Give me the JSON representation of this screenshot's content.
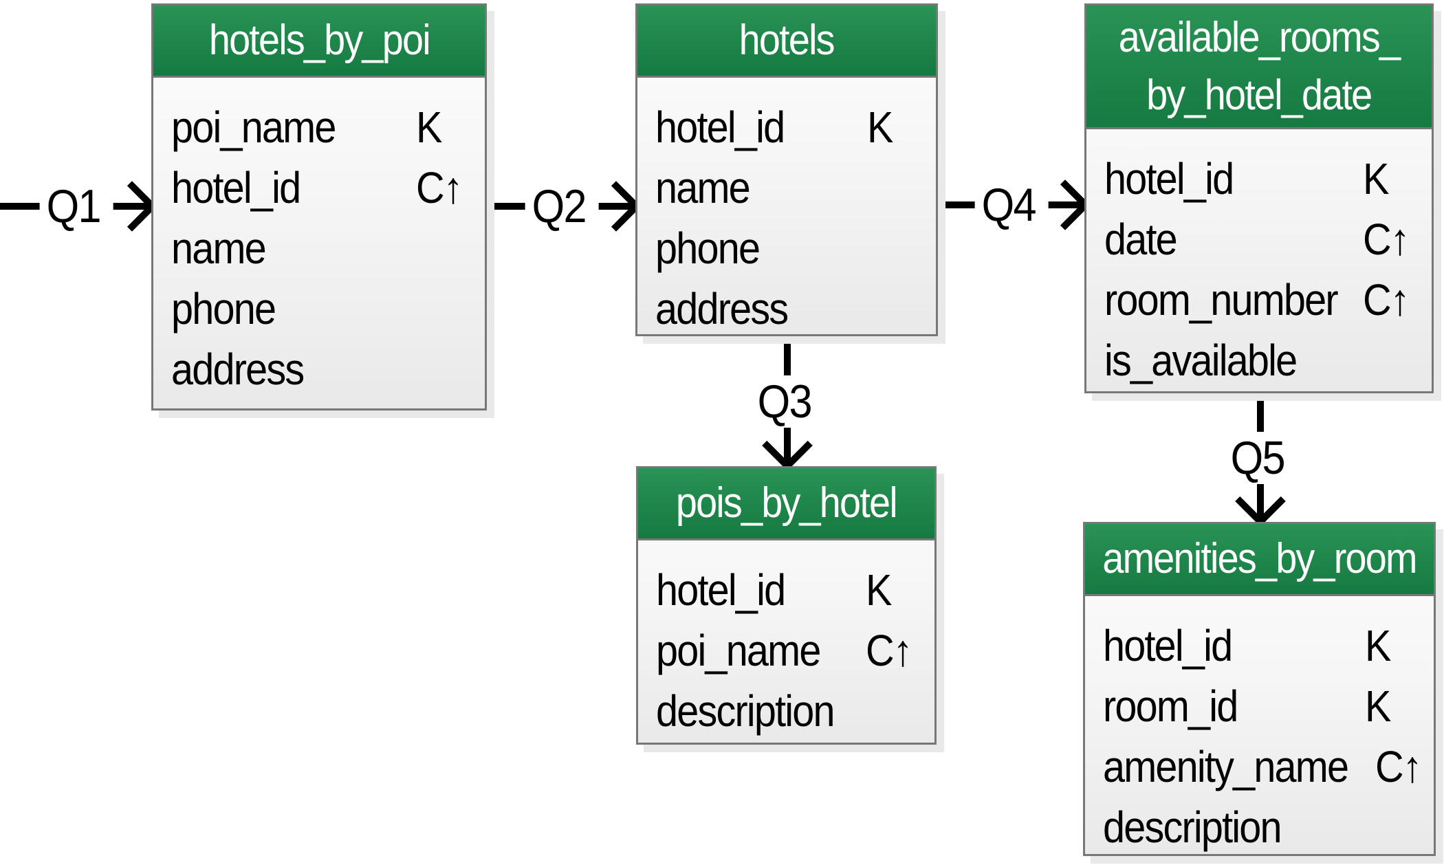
{
  "diagram": {
    "tables": [
      {
        "title_line1": "hotels_by_poi",
        "title_line2": "",
        "columns": [
          {
            "name": "poi_name",
            "key": "K"
          },
          {
            "name": "hotel_id",
            "key": "C↑"
          },
          {
            "name": "name",
            "key": ""
          },
          {
            "name": "phone",
            "key": ""
          },
          {
            "name": "address",
            "key": ""
          }
        ]
      },
      {
        "title_line1": "hotels",
        "title_line2": "",
        "columns": [
          {
            "name": "hotel_id",
            "key": "K"
          },
          {
            "name": "name",
            "key": ""
          },
          {
            "name": "phone",
            "key": ""
          },
          {
            "name": "address",
            "key": ""
          }
        ]
      },
      {
        "title_line1": "available_rooms_",
        "title_line2": "by_hotel_date",
        "columns": [
          {
            "name": "hotel_id",
            "key": "K"
          },
          {
            "name": "date",
            "key": "C↑"
          },
          {
            "name": "room_number",
            "key": "C↑"
          },
          {
            "name": "is_available",
            "key": ""
          }
        ]
      },
      {
        "title_line1": "pois_by_hotel",
        "title_line2": "",
        "columns": [
          {
            "name": "hotel_id",
            "key": "K"
          },
          {
            "name": "poi_name",
            "key": "C↑"
          },
          {
            "name": "description",
            "key": ""
          }
        ]
      },
      {
        "title_line1": "amenities_by_room",
        "title_line2": "",
        "columns": [
          {
            "name": "hotel_id",
            "key": "K"
          },
          {
            "name": "room_id",
            "key": "K"
          },
          {
            "name": "amenity_name",
            "key": "C↑"
          },
          {
            "name": "description",
            "key": ""
          }
        ]
      }
    ],
    "queries": [
      {
        "label": "Q1"
      },
      {
        "label": "Q2"
      },
      {
        "label": "Q3"
      },
      {
        "label": "Q4"
      },
      {
        "label": "Q5"
      }
    ]
  },
  "colors": {
    "header_green_top": "#2a9355",
    "header_green_bottom": "#157a41",
    "border_gray": "#777777",
    "shadow_gray": "#e9e9e9",
    "ink": "#000000"
  }
}
